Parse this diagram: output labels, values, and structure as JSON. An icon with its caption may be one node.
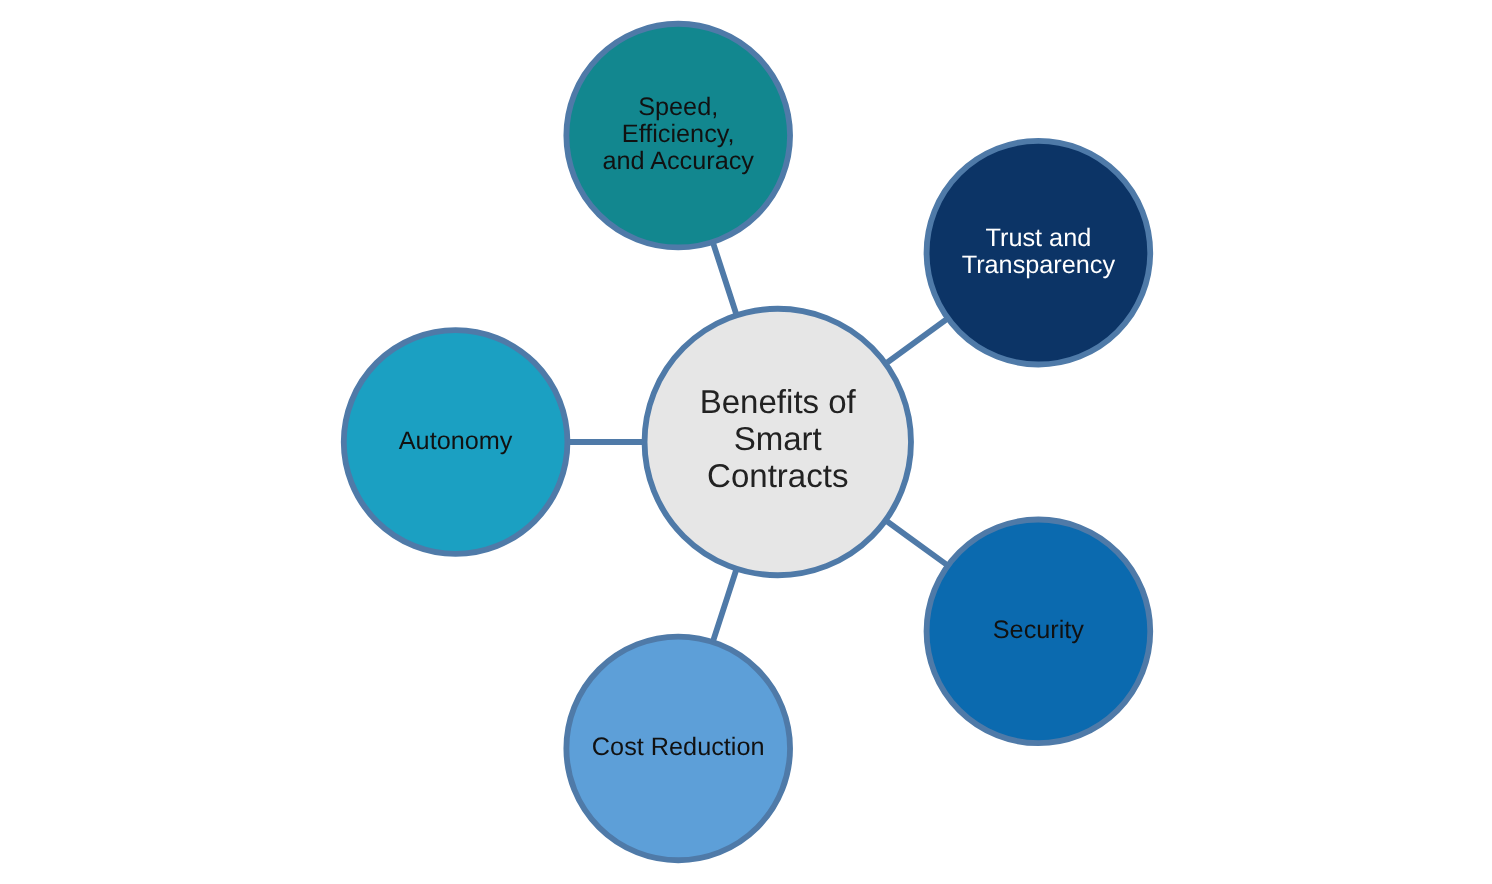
{
  "diagram": {
    "nodes": [
      {
        "text": [
          "Benefits of Smart Contracts"
        ]
      },
      {
        "text": [
          "Trust and Transparency"
        ]
      },
      {
        "text": [
          "Speed, Efficiency, and Accuracy"
        ]
      },
      {
        "text": [
          "Autonomy"
        ]
      },
      {
        "text": [
          "Cost Reduction"
        ]
      },
      {
        "text": [
          "Security"
        ]
      }
    ],
    "edges": [
      {
        "from": 0,
        "to": 1,
        "arrow": "none"
      },
      {
        "from": 0,
        "to": 2,
        "arrow": "none"
      },
      {
        "from": 0,
        "to": 3,
        "arrow": "none"
      },
      {
        "from": 0,
        "to": 4,
        "arrow": "none"
      },
      {
        "from": 0,
        "to": 5,
        "arrow": "none"
      }
    ]
  }
}
